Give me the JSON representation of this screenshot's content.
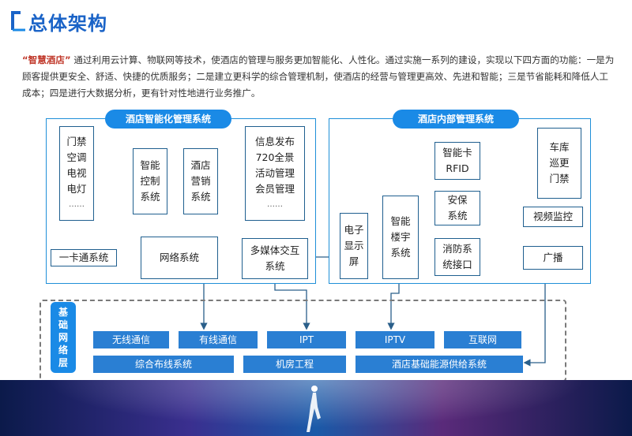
{
  "header": {
    "title": "总体架构"
  },
  "intro": {
    "keyword": "“智慧酒店”",
    "text": "通过利用云计算、物联网等技术，使酒店的管理与服务更加智能化、人性化。通过实施一系列的建设，实现以下四方面的功能：一是为顾客提供更安全、舒适、快捷的优质服务；二是建立更科学的综合管理机制，使酒店的经营与管理更高效、先进和智能；三是节省能耗和降低人工成本；四是进行大数据分析，更有针对性地进行业务推广。"
  },
  "left_panel": {
    "title": "酒店智能化管理系统",
    "devices": [
      "门禁",
      "空调",
      "电视",
      "电灯",
      "……"
    ],
    "smart_control": [
      "智能",
      "控制",
      "系统"
    ],
    "marketing": [
      "酒店",
      "营销",
      "系统"
    ],
    "info": [
      "信息发布",
      "720全景",
      "活动管理",
      "会员管理",
      "……"
    ],
    "card": "一卡通系统",
    "network": "网络系统",
    "multimedia": [
      "多媒体交互",
      "系统"
    ]
  },
  "right_panel": {
    "title": "酒店内部管理系统",
    "display": [
      "电子",
      "显示",
      "屏"
    ],
    "building": [
      "智能",
      "楼宇",
      "系统"
    ],
    "smartcard": [
      "智能卡",
      "RFID"
    ],
    "security": [
      "安保",
      "系统"
    ],
    "fire": [
      "消防系",
      "统接口"
    ],
    "garage": [
      "车库",
      "巡更",
      "门禁"
    ],
    "video": "视频监控",
    "broadcast": "广播"
  },
  "foundation": {
    "label": [
      "基",
      "础",
      "网",
      "络",
      "层"
    ],
    "row1": [
      "无线通信",
      "有线通信",
      "IPT",
      "IPTV",
      "互联网"
    ],
    "row2": [
      "综合布线系统",
      "机房工程",
      "酒店基础能源供给系统"
    ]
  },
  "colors": {
    "accent": "#1a8ae6",
    "title": "#1a63c7",
    "bar": "#2a7fd3"
  }
}
